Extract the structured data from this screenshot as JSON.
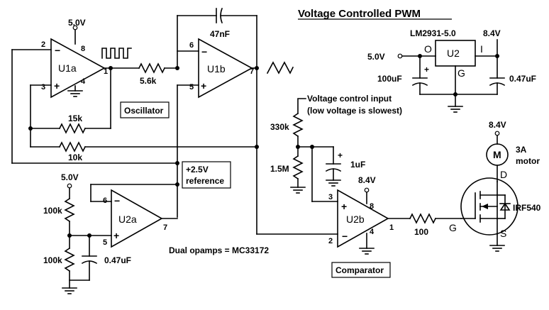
{
  "title": "Voltage Controlled PWM",
  "supplies": {
    "v5_top": "5.0V",
    "v5_left": "5.0V",
    "v5_reg": "5.0V",
    "v84_reg": "8.4V",
    "v84_u2b": "8.4V",
    "v84_motor": "8.4V"
  },
  "u1a": {
    "ref": "U1a",
    "pins": {
      "p2": "2",
      "p3": "3",
      "p8": "8",
      "p4": "4",
      "p1": "1"
    }
  },
  "u1b": {
    "ref": "U1b",
    "pins": {
      "p6": "6",
      "p5": "5",
      "p7": "7"
    }
  },
  "u2a": {
    "ref": "U2a",
    "pins": {
      "p6": "6",
      "p5": "5",
      "p7": "7"
    }
  },
  "u2b": {
    "ref": "U2b",
    "pins": {
      "p3": "3",
      "p2": "2",
      "p8": "8",
      "p4": "4",
      "p1": "1"
    }
  },
  "regulator": {
    "part": "LM2931-5.0",
    "ref": "U2",
    "pin_o": "O",
    "pin_i": "I",
    "pin_g": "G"
  },
  "components": {
    "r_56k": "5.6k",
    "c_47nf": "47nF",
    "r_15k": "15k",
    "r_10k": "10k",
    "r_100k_top": "100k",
    "r_100k_bot": "100k",
    "c_047_left": "0.47uF",
    "r_330k": "330k",
    "r_15m": "1.5M",
    "c_1uf": "1uF",
    "c_100uf": "100uF",
    "c_047_reg": "0.47uF",
    "r_100": "100"
  },
  "labels": {
    "oscillator": "Oscillator",
    "reference_line1": "+2.5V",
    "reference_line2": "reference",
    "vcontrol_line1": "Voltage control input",
    "vcontrol_line2": "(low voltage is slowest)",
    "dual_opamps": "Dual opamps = MC33172",
    "comparator": "Comparator",
    "motor_sym": "M",
    "motor_line1": "3A",
    "motor_line2": "motor",
    "mosfet": "IRF540",
    "gate": "G",
    "drain": "D",
    "source": "S",
    "cap_plus": "+"
  }
}
